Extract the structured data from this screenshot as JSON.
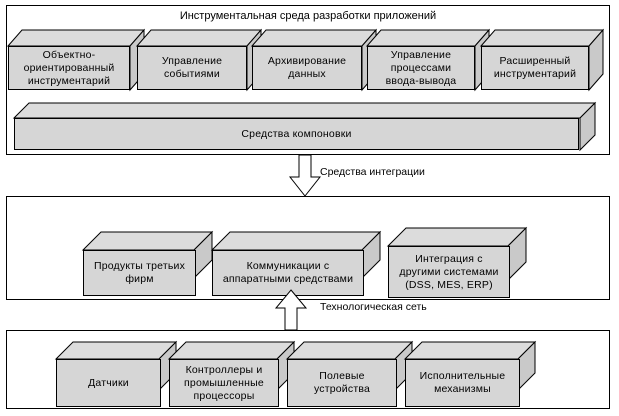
{
  "diagram": {
    "title_top": "Инструментальная среда разработки приложений",
    "palette": {
      "box_face": "#d6d6d6",
      "box_top": "#dcdcdc",
      "box_side": "#cccccc",
      "outline": "#000000",
      "background": "#ffffff"
    },
    "layers": [
      {
        "id": "development-environment",
        "title": "Инструментальная среда разработки приложений",
        "blocks": [
          {
            "label": "Объектно-\nориентированный\nинструментарий"
          },
          {
            "label": "Управление\nсобытиями"
          },
          {
            "label": "Архивирование\nданных"
          },
          {
            "label": "Управление\nпроцессами\nввода-вывода"
          },
          {
            "label": "Расширенный\nинструментарий"
          }
        ],
        "wide_block": {
          "label": "Средства компоновки"
        }
      },
      {
        "id": "integration-layer",
        "title": "",
        "blocks": [
          {
            "label": "Продукты третьих\nфирм"
          },
          {
            "label": "Коммуникации с\nаппаратными средствами"
          },
          {
            "label": "Интеграция с\nдругими системами\n(DSS, MES, ERP)"
          }
        ]
      },
      {
        "id": "field-layer",
        "title": "",
        "blocks": [
          {
            "label": "Датчики"
          },
          {
            "label": "Контроллеры и\nпромышленные\nпроцессоры"
          },
          {
            "label": "Полевые\nустройства"
          },
          {
            "label": "Исполнительные\nмеханизмы"
          }
        ]
      }
    ],
    "connectors": [
      {
        "id": "integration-tools",
        "label": "Средства интеграции",
        "direction": "down"
      },
      {
        "id": "technology-network",
        "label": "Технологическая сеть",
        "direction": "up"
      }
    ]
  }
}
